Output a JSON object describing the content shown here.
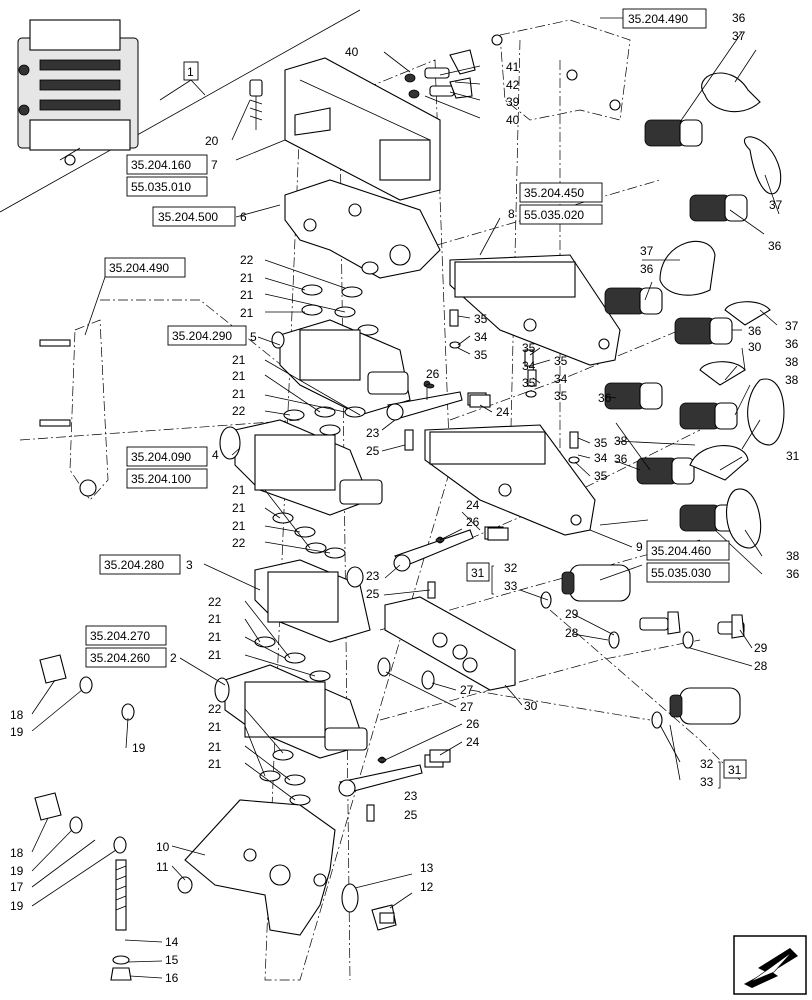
{
  "callouts": {
    "n1": "1",
    "n2": "2",
    "n3": "3",
    "n4": "4",
    "n5": "5",
    "n6": "6",
    "n7": "7",
    "n8": "8",
    "n9": "9",
    "n10": "10",
    "n11": "11",
    "n12": "12",
    "n13": "13",
    "n14": "14",
    "n15": "15",
    "n16": "16",
    "n17": "17",
    "n18": "18",
    "n19": "19",
    "n20": "20",
    "n21": "21",
    "n22": "22",
    "n23": "23",
    "n24": "24",
    "n25": "25",
    "n26": "26",
    "n27": "27",
    "n28": "28",
    "n29": "29",
    "n30": "30",
    "n31": "31",
    "n32": "32",
    "n33": "33",
    "n34": "34",
    "n35": "35",
    "n36": "36",
    "n37": "37",
    "n38": "38",
    "n39": "39",
    "n40": "40",
    "n41": "41",
    "n42": "42"
  },
  "references": {
    "r_204_490_top": "35.204.490",
    "r_204_160": "35.204.160",
    "r_035_010": "55.035.010",
    "r_204_500": "35.204.500",
    "r_204_450": "35.204.450",
    "r_035_020": "55.035.020",
    "r_204_490_left": "35.204.490",
    "r_204_290": "35.204.290",
    "r_204_090": "35.204.090",
    "r_204_100": "35.204.100",
    "r_204_280": "35.204.280",
    "r_204_270": "35.204.270",
    "r_204_260": "35.204.260",
    "r_204_460": "35.204.460",
    "r_035_030": "55.035.030"
  },
  "nav": {
    "icon": "next-page-arrow-icon"
  }
}
